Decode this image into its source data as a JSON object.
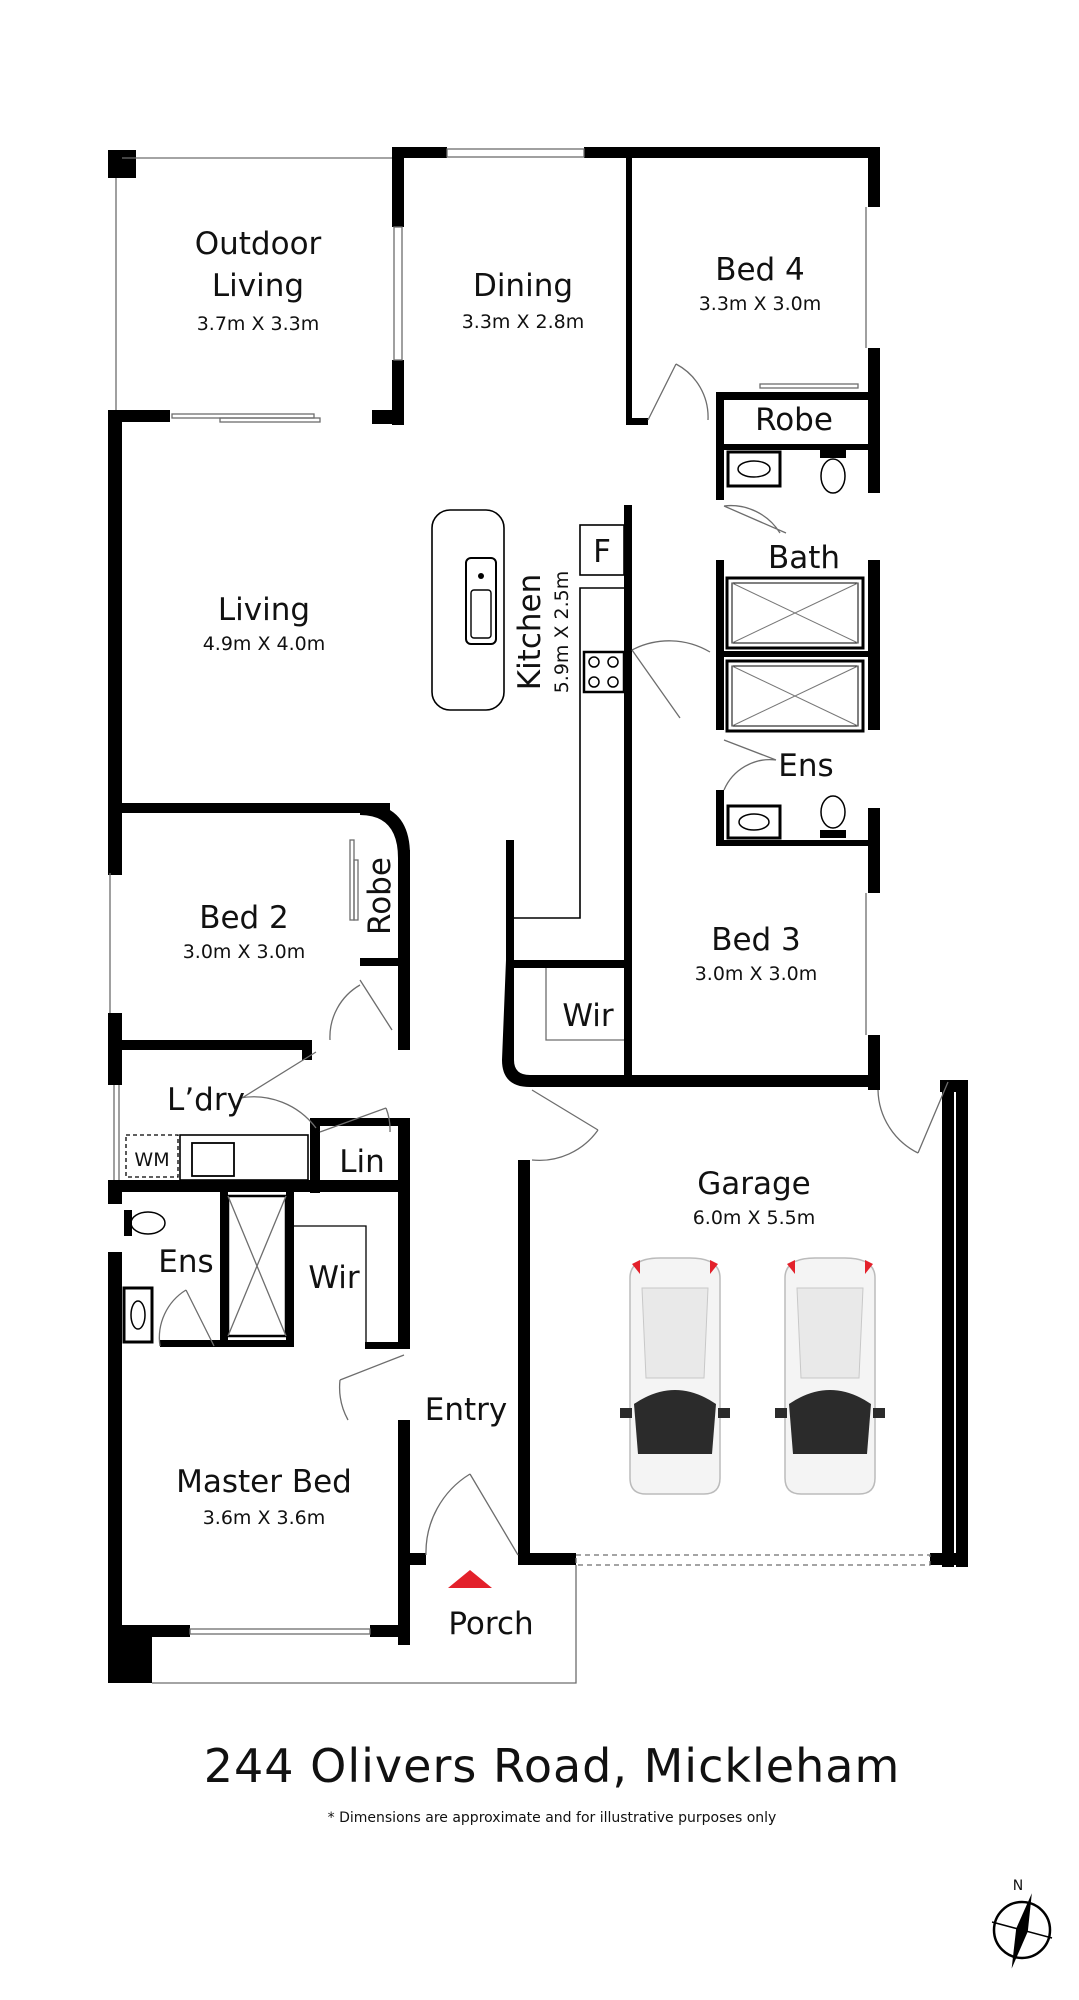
{
  "rooms": {
    "outdoor_living": {
      "line1": "Outdoor",
      "line2": "Living",
      "dim": "3.7m X 3.3m"
    },
    "dining": {
      "name": "Dining",
      "dim": "3.3m X 2.8m"
    },
    "bed4": {
      "name": "Bed 4",
      "dim": "3.3m X 3.0m"
    },
    "robe_bed4": {
      "name": "Robe"
    },
    "living": {
      "name": "Living",
      "dim": "4.9m X 4.0m"
    },
    "kitchen": {
      "name": "Kitchen",
      "dim": "5.9m X 2.5m"
    },
    "fridge": {
      "name": "F"
    },
    "bath": {
      "name": "Bath"
    },
    "ens_bed3": {
      "name": "Ens"
    },
    "bed2": {
      "name": "Bed 2",
      "dim": "3.0m X 3.0m"
    },
    "robe_bed2": {
      "name": "Robe"
    },
    "bed3": {
      "name": "Bed 3",
      "dim": "3.0m X 3.0m"
    },
    "wir_bed3": {
      "name": "Wir"
    },
    "laundry": {
      "name": "L’dry"
    },
    "wm": {
      "name": "WM"
    },
    "linen": {
      "name": "Lin"
    },
    "ens_master": {
      "name": "Ens"
    },
    "wir_master": {
      "name": "Wir"
    },
    "entry": {
      "name": "Entry"
    },
    "garage": {
      "name": "Garage",
      "dim": "6.0m X 5.5m"
    },
    "master_bed": {
      "name": "Master Bed",
      "dim": "3.6m X 3.6m"
    },
    "porch": {
      "name": "Porch"
    }
  },
  "title": "244 Olivers Road, Mickleham",
  "disclaimer": "* Dimensions are approximate and for illustrative purposes only",
  "compass": {
    "label": "N"
  },
  "colors": {
    "wall": "#000000",
    "accent": "#e3212b",
    "thin_line": "#6d6d6d"
  }
}
